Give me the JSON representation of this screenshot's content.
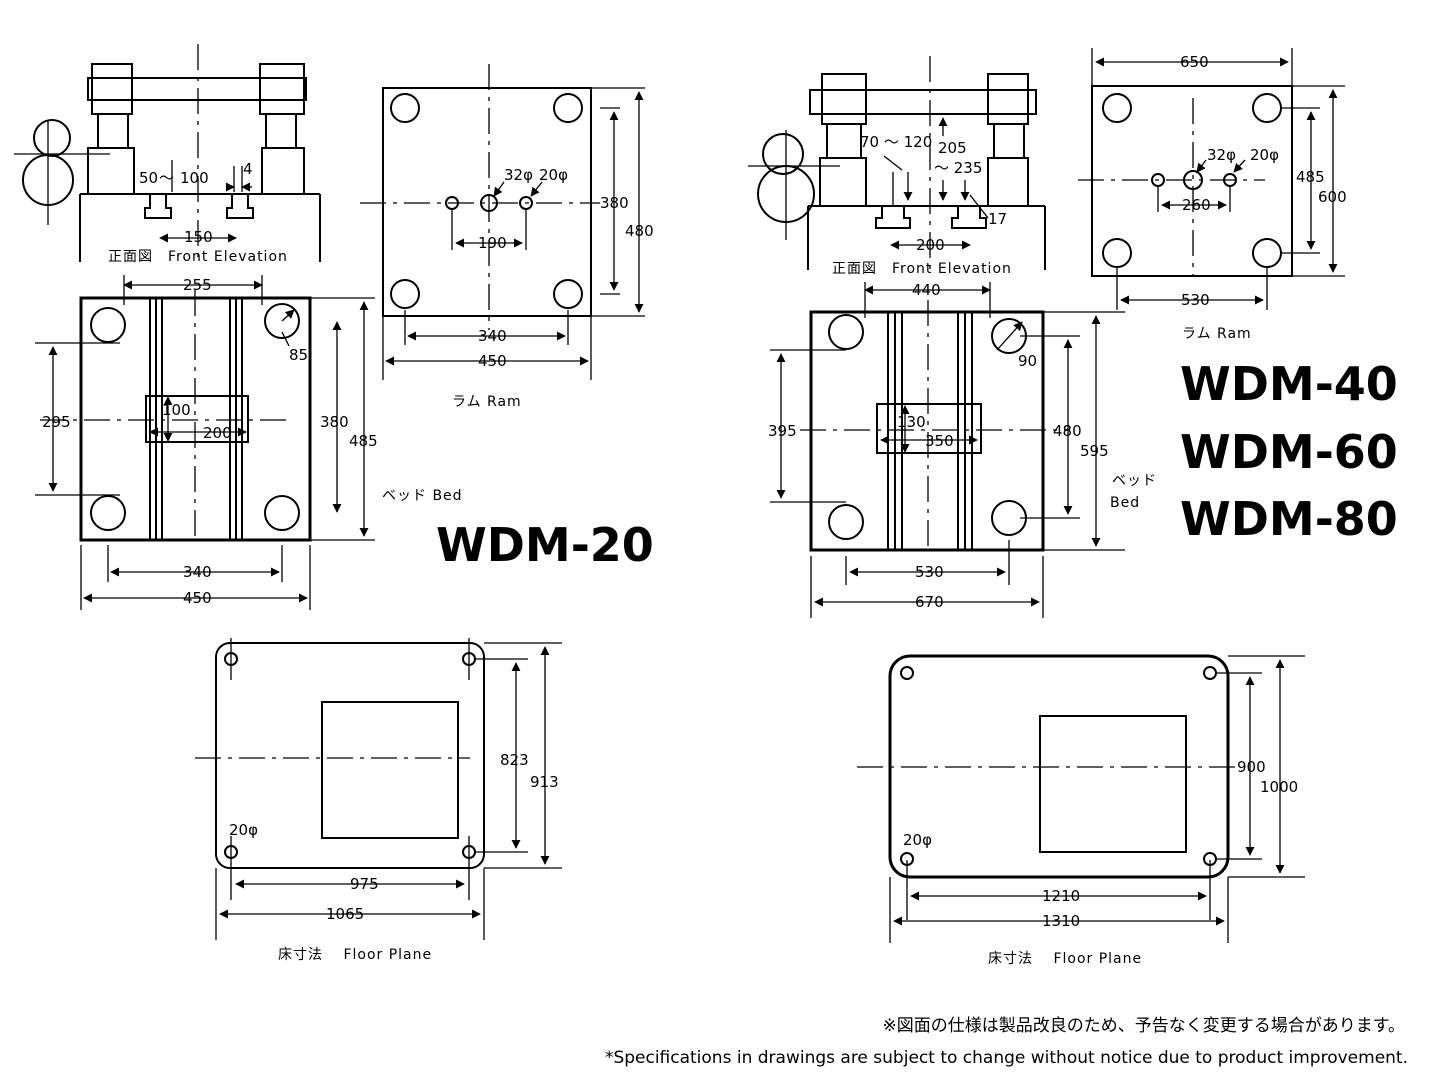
{
  "models": {
    "small": "WDM-20",
    "large": [
      "WDM-40",
      "WDM-60",
      "WDM-80"
    ]
  },
  "captions": {
    "front_small": "正面図　Front Elevation",
    "front_large": "正面図　Front Elevation",
    "ram_small": "ラム Ram",
    "ram_large": "ラム Ram",
    "bed_small": "ベッド Bed",
    "bed_large_jp": "ベッド",
    "bed_large_en": "Bed",
    "floor_small": "床寸法　 Floor Plane",
    "floor_large": "床寸法　 Floor Plane"
  },
  "dims_small": {
    "front": [
      "50",
      "～",
      "100",
      "4",
      "150"
    ],
    "ram": [
      "32φ",
      "20φ",
      "190",
      "380",
      "480",
      "340",
      "450"
    ],
    "bed": [
      "255",
      "85",
      "295",
      "100",
      "200",
      "380",
      "485",
      "340",
      "450"
    ],
    "floor": [
      "823",
      "913",
      "20φ",
      "975",
      "1065"
    ]
  },
  "dims_large": {
    "front": [
      "70 ～ 120",
      "205",
      "～ 235",
      "17",
      "200"
    ],
    "ram": [
      "650",
      "32φ",
      "20φ",
      "260",
      "485",
      "600",
      "530"
    ],
    "bed": [
      "440",
      "90",
      "395",
      "130",
      "350",
      "480",
      "595",
      "530",
      "670"
    ],
    "floor": [
      "900",
      "1000",
      "20φ",
      "1210",
      "1310"
    ]
  },
  "notes": {
    "jp": "※図面の仕様は製品改良のため、予告なく変更する場合があります。",
    "en": "*Specifications in drawings are subject to change without notice due to product improvement."
  }
}
